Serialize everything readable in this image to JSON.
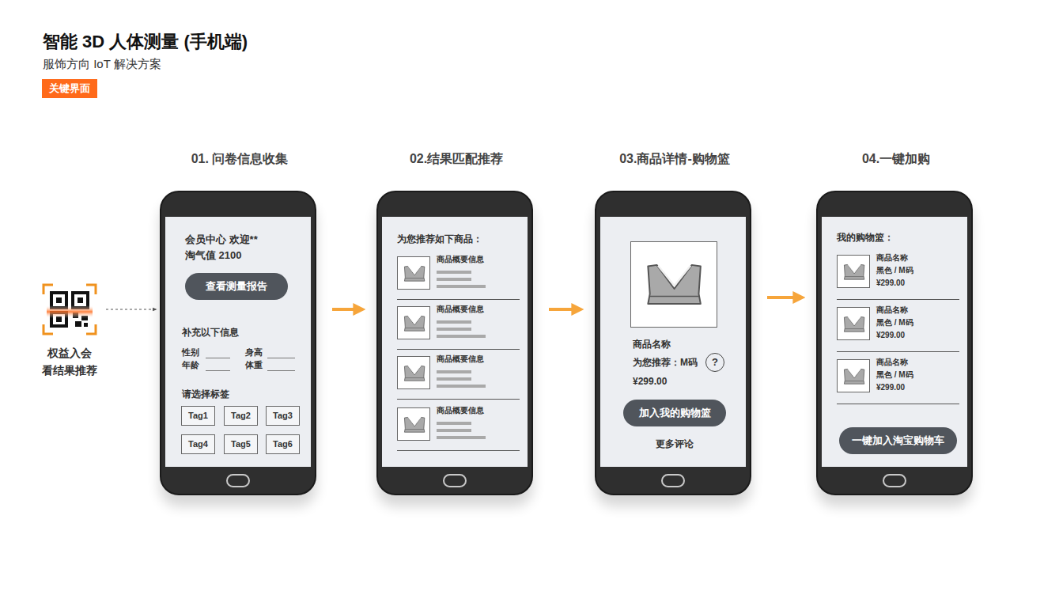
{
  "diagram": {
    "title": "智能 3D 人体测量 (手机端)",
    "nodes": [
      {
        "text": [
          "关键界面"
        ]
      },
      {
        "text": [
          "权益入会 看结果推荐"
        ]
      },
      {
        "text": [
          "01. 问卷信息收集",
          "会员中心 欢迎**",
          "淘气值 2100",
          "补充以下信息",
          "性别",
          "身高",
          "年龄",
          "体重",
          "请选择标签"
        ]
      },
      {
        "text": [
          "查看测量报告"
        ],
        "in": 2
      },
      {
        "text": [
          "Tag1"
        ],
        "in": 2
      },
      {
        "text": [
          "Tag2"
        ],
        "in": 2
      },
      {
        "text": [
          "Tag3"
        ],
        "in": 2
      },
      {
        "text": [
          "Tag4"
        ],
        "in": 2
      },
      {
        "text": [
          "Tag5"
        ],
        "in": 2
      },
      {
        "text": [
          "Tag6"
        ],
        "in": 2
      },
      {
        "text": [
          "02.结果匹配推荐",
          "为您推荐如下商品："
        ]
      },
      {
        "text": [
          "商品概要信息"
        ],
        "in": 10
      },
      {
        "text": [
          "商品概要信息"
        ],
        "in": 10
      },
      {
        "text": [
          "商品概要信息"
        ],
        "in": 10
      },
      {
        "text": [
          "商品概要信息"
        ],
        "in": 10
      },
      {
        "text": [
          "03.商品详情-购物篮",
          "商品名称",
          "为您推荐：M码",
          "¥299.00",
          "更多评论"
        ]
      },
      {
        "text": [
          "?"
        ],
        "in": 15
      },
      {
        "text": [
          "加入我的购物篮"
        ],
        "in": 15
      },
      {
        "text": [
          "04.一键加购",
          "我的购物篮："
        ]
      },
      {
        "text": [
          "商品名称",
          "黑色 / M码",
          "¥299.00"
        ],
        "in": 18
      },
      {
        "text": [
          "商品名称",
          "黑色 / M码",
          "¥299.00"
        ],
        "in": 18
      },
      {
        "text": [
          "商品名称",
          "黑色 / M码",
          "¥299.00"
        ],
        "in": 18
      },
      {
        "text": [
          "一键加入淘宝购物车"
        ],
        "in": 18
      }
    ],
    "edges": [
      {
        "from": 1,
        "to": 2,
        "arrow": "to"
      },
      {
        "from": 2,
        "to": 10,
        "arrow": "to"
      },
      {
        "from": 10,
        "to": 15,
        "arrow": "to"
      },
      {
        "from": 15,
        "to": 18,
        "arrow": "to"
      }
    ],
    "labels": [
      "服饰方向 IoT 解决方案"
    ]
  }
}
